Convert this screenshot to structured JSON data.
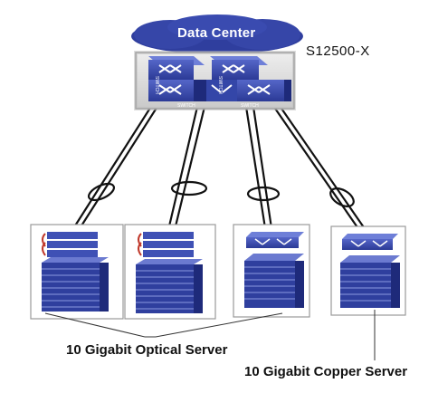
{
  "cloud": {
    "label": "Data Center",
    "color": "#2f3e9e"
  },
  "core_switch": {
    "model": "S12500-X",
    "badge_text": "SWITCH"
  },
  "servers": [
    {
      "type": "optical",
      "has_red_cable": true
    },
    {
      "type": "optical",
      "has_red_cable": true
    },
    {
      "type": "copper",
      "has_red_cable": false
    },
    {
      "type": "copper",
      "has_red_cable": false
    }
  ],
  "labels": {
    "optical": "10 Gigabit Optical Server",
    "copper": "10 Gigabit Copper Server"
  },
  "colors": {
    "server_blue": "#3a4fb4",
    "server_dark": "#1e2a7a",
    "cable": "#111111",
    "frame": "#9a9a9a"
  }
}
